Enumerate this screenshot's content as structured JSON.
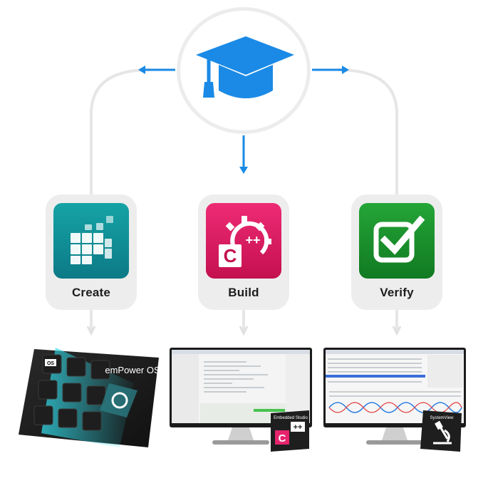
{
  "hub": {
    "icon": "graduation-cap-icon",
    "color": "#1a8ae6"
  },
  "steps": [
    {
      "label": "Create",
      "icon": "cubes-icon",
      "color_top": "#15a3a6",
      "color_bottom": "#0c7a86"
    },
    {
      "label": "Build",
      "icon": "cpp-gear-icon",
      "color_top": "#ee2b74",
      "color_bottom": "#c4104f"
    },
    {
      "label": "Verify",
      "icon": "checkbox-icon",
      "color_top": "#24a537",
      "color_bottom": "#117a22"
    }
  ],
  "products": {
    "create": {
      "title": "emPower OS",
      "tile_labels": [
        "OS"
      ]
    },
    "build": {
      "badge": "Embedded Studio",
      "badge_symbol": "C++"
    },
    "verify": {
      "badge": "SystemView"
    }
  },
  "colors": {
    "arrow": "#1a8ae6",
    "connector": "#e6e6e6"
  }
}
